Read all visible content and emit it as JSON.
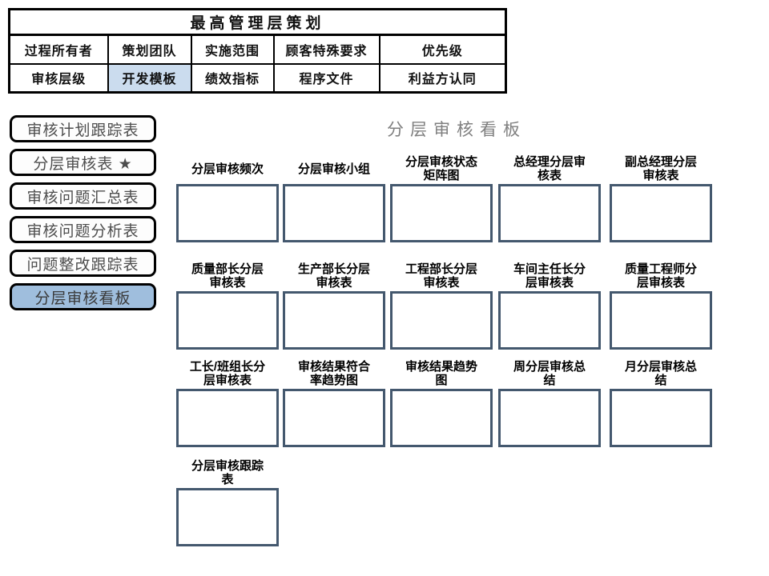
{
  "top_table": {
    "title": "最高管理层策划",
    "rows": [
      [
        "过程所有者",
        "策划团队",
        "实施范围",
        "顾客特殊要求",
        "优先级"
      ],
      [
        "审核层级",
        "开发模板",
        "绩效指标",
        "程序文件",
        "利益方认同"
      ]
    ],
    "highlighted_cell": "开发模板",
    "highlight_color": "#cbdcee"
  },
  "sidebar": {
    "active_color": "#9fbedd",
    "items": [
      {
        "label": "审核计划跟踪表",
        "active": false
      },
      {
        "label": "分层审核表 ★",
        "active": false
      },
      {
        "label": "审核问题汇总表",
        "active": false
      },
      {
        "label": "审核问题分析表",
        "active": false
      },
      {
        "label": "问题整改跟踪表",
        "active": false
      },
      {
        "label": "分层审核看板",
        "active": true
      }
    ]
  },
  "main": {
    "title": "分层审核看板",
    "cards": [
      {
        "label": "分层审核频次"
      },
      {
        "label": "分层审核小组"
      },
      {
        "label": "分层审核状态\n矩阵图"
      },
      {
        "label": "总经理分层审\n核表"
      },
      {
        "label": "副总经理分层\n审核表"
      },
      {
        "label": "质量部长分层\n审核表"
      },
      {
        "label": "生产部长分层\n审核表"
      },
      {
        "label": "工程部长分层\n审核表"
      },
      {
        "label": "车间主任长分\n层审核表"
      },
      {
        "label": "质量工程师分\n层审核表"
      },
      {
        "label": "工长/班组长分\n层审核表"
      },
      {
        "label": "审核结果符合\n率趋势图"
      },
      {
        "label": "审核结果趋势\n图"
      },
      {
        "label": "周分层审核总\n结"
      },
      {
        "label": "月分层审核总\n结"
      },
      {
        "label": "分层审核跟踪\n表"
      }
    ]
  },
  "colors": {
    "card_border": "#44586e",
    "table_border": "#000000",
    "title_gray": "#7f7f7f"
  }
}
